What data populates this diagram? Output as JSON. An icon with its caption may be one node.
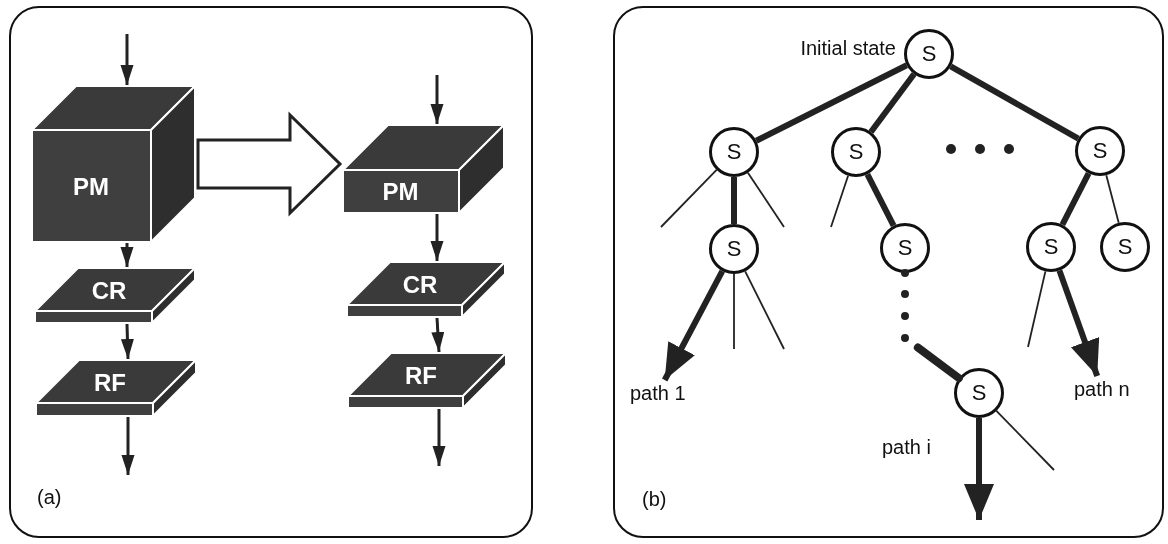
{
  "diagram": {
    "nodes": [
      {
        "text": [
          "(a)"
        ]
      },
      {
        "text": [
          "PM"
        ],
        "in": 0
      },
      {
        "text": [
          "CR"
        ],
        "in": 0
      },
      {
        "text": [
          "RF"
        ],
        "in": 0
      },
      {
        "text": [
          "PM"
        ],
        "in": 0
      },
      {
        "text": [
          "CR"
        ],
        "in": 0
      },
      {
        "text": [
          "RF"
        ],
        "in": 0
      },
      {
        "text": [
          "(b)"
        ]
      },
      {
        "text": [
          "S"
        ],
        "beside": [
          "Initial state"
        ],
        "in": 7
      },
      {
        "text": [
          "S"
        ],
        "in": 7
      },
      {
        "text": [
          "S"
        ],
        "in": 7
      },
      {
        "text": [
          "S"
        ],
        "in": 7
      },
      {
        "text": [
          "S"
        ],
        "in": 7
      },
      {
        "text": [
          "S"
        ],
        "in": 7
      },
      {
        "text": [
          "S"
        ],
        "in": 7
      },
      {
        "text": [
          "S"
        ],
        "in": 7
      },
      {
        "text": [
          "S"
        ],
        "in": 7
      },
      {
        "text": [
          "path 1"
        ],
        "in": 7
      },
      {
        "text": [
          "path n"
        ],
        "in": 7
      }
    ],
    "edges": [
      {
        "from": null,
        "to": 1,
        "arrow": "to"
      },
      {
        "from": 1,
        "to": 2,
        "arrow": "to"
      },
      {
        "from": 2,
        "to": 3,
        "arrow": "to"
      },
      {
        "from": 3,
        "to": null,
        "arrow": "to"
      },
      {
        "from": 1,
        "to": 4,
        "arrow": "to",
        "style": "thick"
      },
      {
        "from": null,
        "to": 4,
        "arrow": "to"
      },
      {
        "from": 4,
        "to": 5,
        "arrow": "to"
      },
      {
        "from": 5,
        "to": 6,
        "arrow": "to"
      },
      {
        "from": 6,
        "to": null,
        "arrow": "to"
      },
      {
        "from": 8,
        "to": 9,
        "arrow": "none",
        "style": "thick"
      },
      {
        "from": 8,
        "to": 10,
        "arrow": "none",
        "style": "thick"
      },
      {
        "from": 8,
        "to": 11,
        "arrow": "none",
        "style": "thick"
      },
      {
        "from": 9,
        "to": 12,
        "arrow": "none",
        "style": "thick"
      },
      {
        "from": 9,
        "to": null,
        "arrow": "none"
      },
      {
        "from": 9,
        "to": null,
        "arrow": "none"
      },
      {
        "from": 10,
        "to": 13,
        "arrow": "none",
        "style": "thick"
      },
      {
        "from": 10,
        "to": null,
        "arrow": "none"
      },
      {
        "from": 11,
        "to": 14,
        "arrow": "none",
        "style": "thick"
      },
      {
        "from": 11,
        "to": 15,
        "arrow": "none"
      },
      {
        "from": 12,
        "to": 17,
        "arrow": "to",
        "style": "thick"
      },
      {
        "from": 12,
        "to": null,
        "arrow": "none"
      },
      {
        "from": 12,
        "to": null,
        "arrow": "none"
      },
      {
        "from": 13,
        "to": 16,
        "arrow": "none",
        "style": "dashed"
      },
      {
        "from": 14,
        "to": null,
        "arrow": "none"
      },
      {
        "from": 14,
        "to": 18,
        "arrow": "to",
        "style": "thick"
      },
      {
        "from": 16,
        "to": null,
        "arrow": "to",
        "style": "thick"
      },
      {
        "from": 16,
        "to": null,
        "arrow": "none"
      }
    ],
    "labels": [
      "path i"
    ]
  }
}
